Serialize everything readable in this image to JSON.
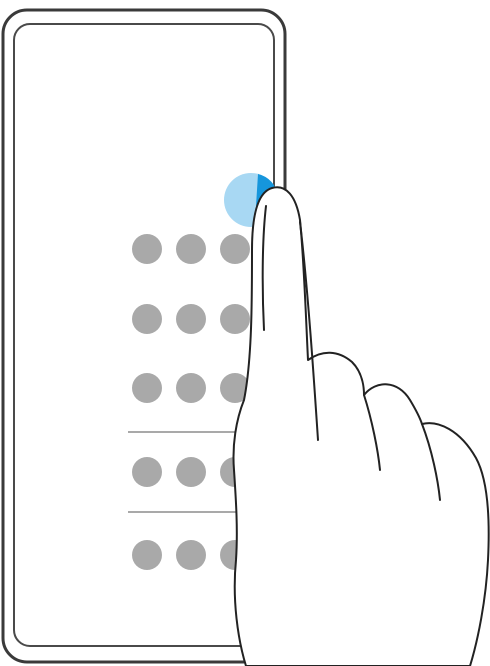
{
  "illustration": {
    "subject": "phone-with-finger-double-tap-edge",
    "colors": {
      "background": "#ffffff",
      "phone_outline": "#3a3a3a",
      "screen_outline": "#4a4a4a",
      "app_icon": "#a9a9a9",
      "divider": "#a9a9a9",
      "tap_outer": "#a8d8f3",
      "tap_inner": "#1696dc",
      "hand_fill": "#ffffff",
      "hand_outline": "#222222"
    },
    "icon_rows": 5,
    "icons_per_row": 3
  }
}
